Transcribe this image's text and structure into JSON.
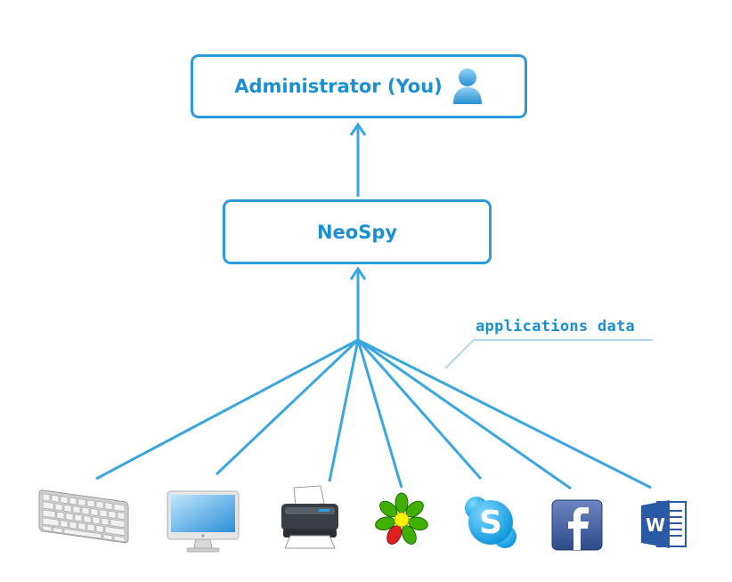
{
  "nodes": {
    "admin": {
      "label": "Administrator (You)",
      "icon": "user-icon"
    },
    "neospy": {
      "label": "NeoSpy"
    }
  },
  "annotation": {
    "label": "applications data"
  },
  "sources": [
    {
      "icon": "keyboard-icon"
    },
    {
      "icon": "monitor-icon"
    },
    {
      "icon": "printer-icon"
    },
    {
      "icon": "icq-icon"
    },
    {
      "icon": "skype-icon"
    },
    {
      "icon": "facebook-icon"
    },
    {
      "icon": "word-icon"
    }
  ],
  "colors": {
    "accent": "#1a8fd4",
    "line": "#3aa6e0",
    "border": "#2b9bdc",
    "facebook": "#3b5998",
    "skype": "#00aff0",
    "icq_green": "#3fb000",
    "icq_red": "#e02020",
    "word": "#2a5aa6"
  }
}
